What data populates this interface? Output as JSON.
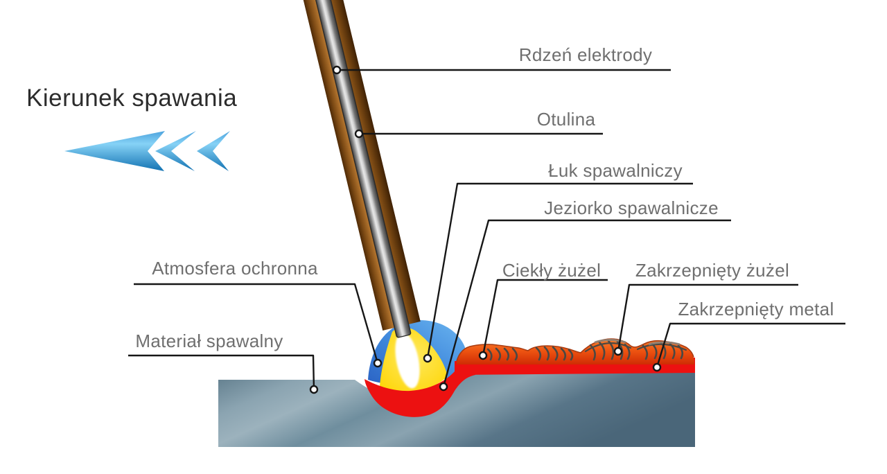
{
  "diagram": {
    "title": "Kierunek spawania",
    "callouts": [
      {
        "id": "electrode-core",
        "label": "Rdzeń elektrody"
      },
      {
        "id": "electrode-coating",
        "label": "Otulina"
      },
      {
        "id": "welding-arc",
        "label": "Łuk spawalniczy"
      },
      {
        "id": "weld-pool",
        "label": "Jeziorko spawalnicze"
      },
      {
        "id": "protective-atmosphere",
        "label": "Atmosfera ochronna"
      },
      {
        "id": "base-material",
        "label": "Materiał spawalny"
      },
      {
        "id": "liquid-slag",
        "label": "Ciekły żużel"
      },
      {
        "id": "solidified-slag",
        "label": "Zakrzepnięty żużel"
      },
      {
        "id": "solidified-metal",
        "label": "Zakrzepnięty metal"
      }
    ],
    "colors": {
      "direction_arrow_blue": "#2e96d8",
      "protective_atmosphere_blue": "#3f88dc",
      "welding_arc_yellow": "#ffd905",
      "weld_pool_red": "#ec1111",
      "slag_orange": "#ee5512",
      "electrode_coating_brown": "#a5641f",
      "electrode_core_gray": "#bfbfbf",
      "base_material_gray": "#6f8e9e",
      "label_text_gray": "#6f6f6f",
      "leader_line_black": "#161616"
    }
  }
}
